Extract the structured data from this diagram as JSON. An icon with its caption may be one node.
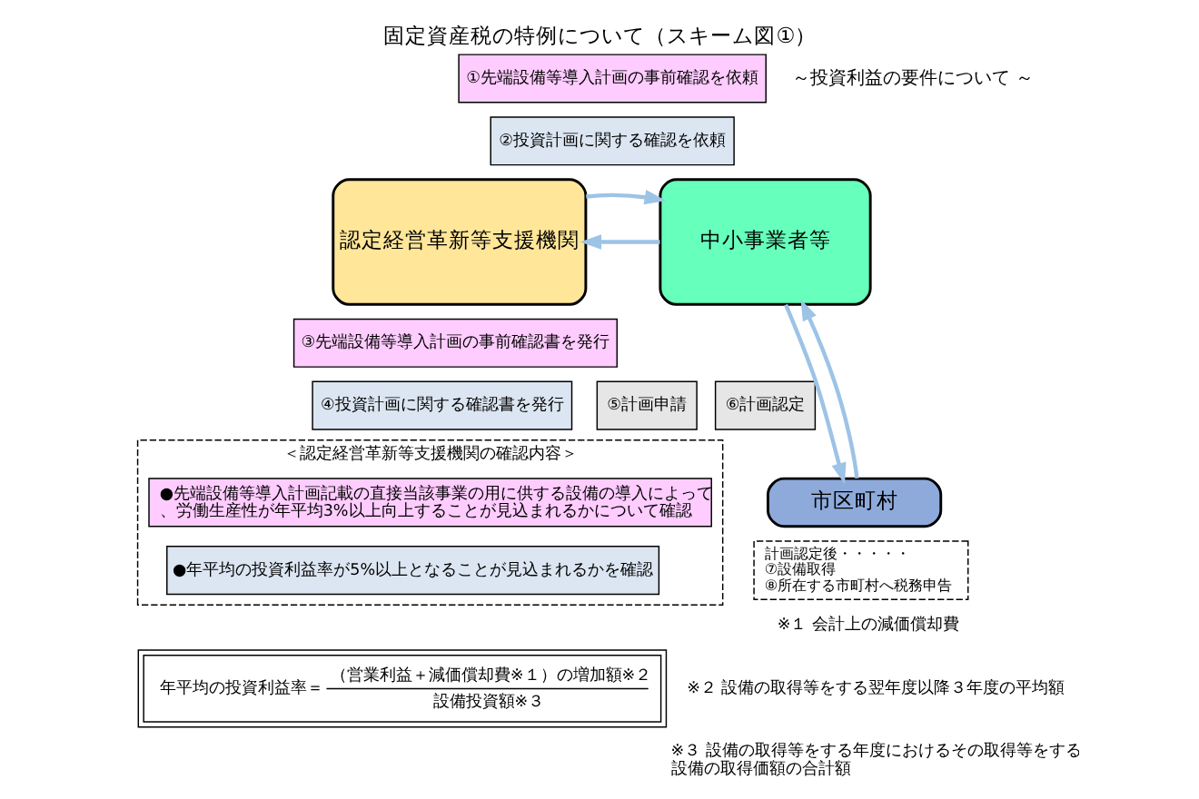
{
  "diagram": {
    "title": "固定資産税の特例について（スキーム図①）",
    "nodes": [
      {
        "text": [
          "①先端設備等導入計画の事前確認を依頼"
        ]
      },
      {
        "text": [
          "②投資計画に関する確認を依頼"
        ]
      },
      {
        "text": [
          "認定経営革新等支援機関"
        ]
      },
      {
        "text": [
          "中小事業者等"
        ]
      },
      {
        "text": [
          "③先端設備等導入計画の事前確認書を発行"
        ]
      },
      {
        "text": [
          "④投資計画に関する確認書を発行"
        ]
      },
      {
        "text": [
          "⑤計画申請"
        ]
      },
      {
        "text": [
          "⑥計画認定"
        ]
      },
      {
        "text": [
          "＜認定経営革新等支援機関の確認内容＞"
        ]
      },
      {
        "text": [
          "●先端設備等導入計画記載の直接当該事業の用に供する設備の導入によって、労働生産性が年平均3%以上向上することが見込まれるかについて確認"
        ],
        "in": 8
      },
      {
        "text": [
          "●年平均の投資利益率が5%以上となることが見込まれるかを確認"
        ],
        "in": 8
      },
      {
        "text": [
          "市区町村"
        ]
      },
      {
        "text": [
          "計画認定後・・・・・",
          "⑦設備取得",
          "⑧所在する市町村へ税務申告"
        ]
      },
      {
        "text": [
          "年平均の投資利益率＝",
          "（営業利益＋減価償却費※１）の増加額※２",
          "設備投資額※３"
        ]
      }
    ],
    "edges": [
      {
        "from": 3,
        "to": 2,
        "arrow": "to"
      },
      {
        "from": 2,
        "to": 3,
        "arrow": "to"
      },
      {
        "from": 3,
        "to": 11,
        "arrow": "to"
      },
      {
        "from": 11,
        "to": 3,
        "arrow": "to"
      }
    ],
    "labels": [
      "～投資利益の要件について ～",
      "※１ 会計上の減価償却費",
      "※２ 設備の取得等をする翌年度以降３年度の平均額",
      "※３ 設備の取得等をする年度におけるその取得等をする設備の取得価額の合計額"
    ]
  }
}
